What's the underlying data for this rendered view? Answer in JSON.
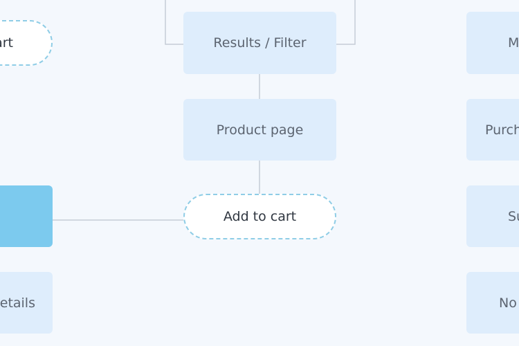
{
  "diagram": {
    "colors": {
      "background": "#f4f8fd",
      "node_fill": "#deedfc",
      "highlight_fill": "#7ccaee",
      "dashed_border": "#8fcde6",
      "connector": "#c5ccd6"
    },
    "nodes": {
      "cart_left": "art",
      "results_filter": "Results / Filter",
      "product_page": "Product page",
      "add_to_cart": "Add to cart",
      "details_left": "etails",
      "right_1": "M",
      "right_2": "Purch",
      "right_3": "Su",
      "right_4": "No"
    }
  }
}
